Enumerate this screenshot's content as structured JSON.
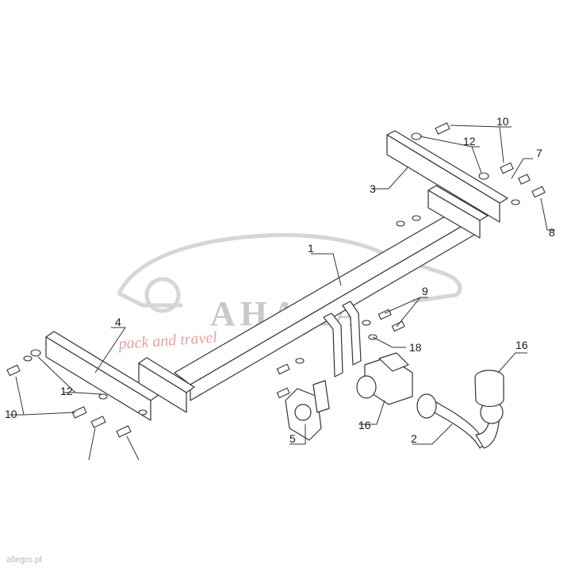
{
  "watermark": {
    "brand": "AHAKA",
    "tagline": "pack and travel"
  },
  "footer_mark": "allegro.pl",
  "parts": [
    {
      "id": "p1",
      "label": "1"
    },
    {
      "id": "p2",
      "label": "2"
    },
    {
      "id": "p3",
      "label": "3"
    },
    {
      "id": "p4",
      "label": "4"
    },
    {
      "id": "p5",
      "label": "5"
    },
    {
      "id": "p7",
      "label": "7"
    },
    {
      "id": "p8",
      "label": "8"
    },
    {
      "id": "p9",
      "label": "9"
    },
    {
      "id": "p10a",
      "label": "10"
    },
    {
      "id": "p10b",
      "label": "10"
    },
    {
      "id": "p12a",
      "label": "12"
    },
    {
      "id": "p12b",
      "label": "12"
    },
    {
      "id": "p16a",
      "label": "16"
    },
    {
      "id": "p16b",
      "label": "16"
    },
    {
      "id": "p18",
      "label": "18"
    }
  ],
  "colors": {
    "line": "#333333",
    "watermark": "#c9c9c9",
    "watermark_sub": "#e8a0a0"
  }
}
